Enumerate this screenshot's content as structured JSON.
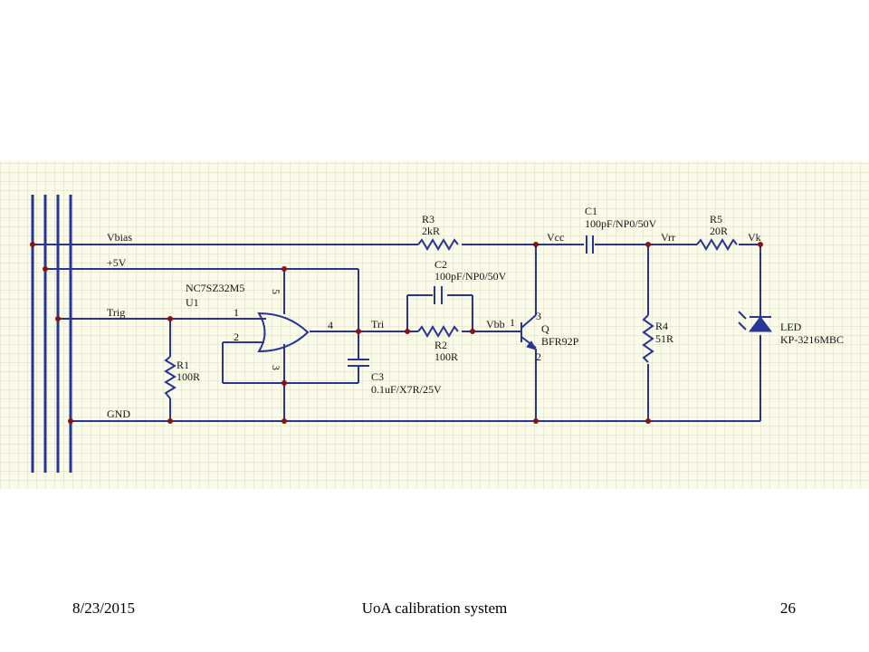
{
  "slide": {
    "footer_date": "8/23/2015",
    "footer_title": "UoA calibration system",
    "page_number": "26"
  },
  "schematic": {
    "nets": {
      "vbias": "Vbias",
      "plus5v": "+5V",
      "trig": "Trig",
      "gnd": "GND",
      "tri": "Tri",
      "vbb": "Vbb",
      "vcc": "Vcc",
      "vrr": "Vrr",
      "vk": "Vk"
    },
    "u1": {
      "part": "NC7SZ32M5",
      "ref": "U1",
      "pin1": "1",
      "pin2": "2",
      "pin3": "3",
      "pin4": "4",
      "pin5": "5"
    },
    "r1": {
      "ref": "R1",
      "value": "100R"
    },
    "r2": {
      "ref": "R2",
      "value": "100R"
    },
    "r3": {
      "ref": "R3",
      "value": "2kR"
    },
    "r4": {
      "ref": "R4",
      "value": "51R"
    },
    "r5": {
      "ref": "R5",
      "value": "20R"
    },
    "c1": {
      "ref": "C1",
      "value": "100pF/NP0/50V"
    },
    "c2": {
      "ref": "C2",
      "value": "100pF/NP0/50V"
    },
    "c3": {
      "ref": "C3",
      "value": "0.1uF/X7R/25V"
    },
    "q": {
      "ref": "Q",
      "part": "BFR92P",
      "pin1": "1",
      "pin2": "2",
      "pin3": "3"
    },
    "led": {
      "ref": "LED",
      "part": "KP-3216MBC"
    },
    "colors": {
      "wire": "#27359a",
      "junction": "#8e1010",
      "grid": "#d9d9c4",
      "sheet": "#fbfbe9"
    }
  }
}
